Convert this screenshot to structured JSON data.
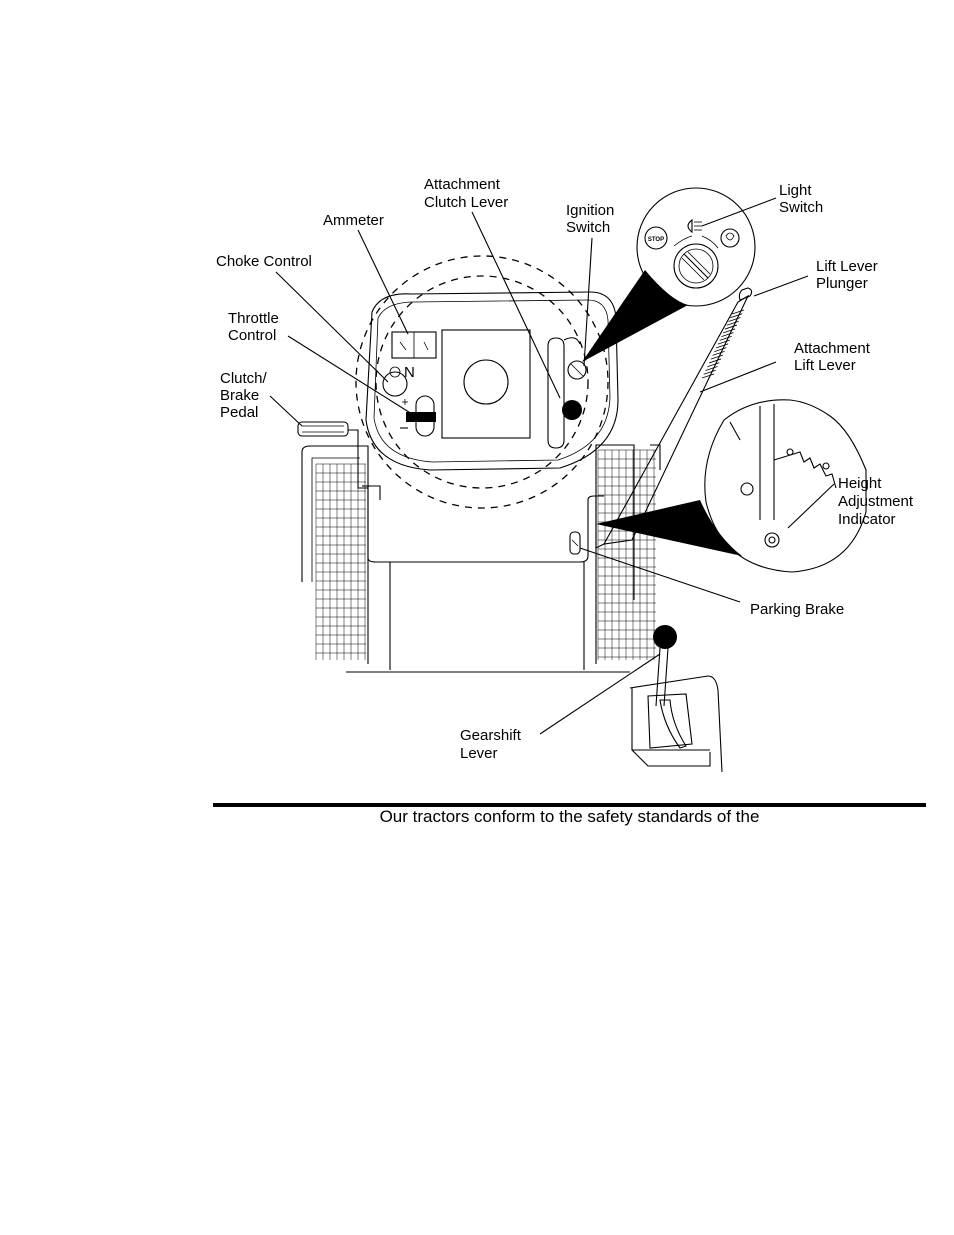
{
  "labels": {
    "attachment_clutch_lever": [
      "Attachment",
      "Clutch Lever"
    ],
    "ammeter": [
      "Ammeter"
    ],
    "ignition_switch": [
      "Ignition",
      "Switch"
    ],
    "light_switch": [
      "Light",
      "Switch"
    ],
    "choke_control": [
      "Choke Control"
    ],
    "lift_lever_plunger": [
      "Lift Lever",
      "Plunger"
    ],
    "throttle_control": [
      "Throttle",
      "Control"
    ],
    "attachment_lift_lever": [
      "Attachment",
      "Lift Lever"
    ],
    "clutch_brake_pedal": [
      "Clutch/",
      "Brake",
      "Pedal"
    ],
    "height_adjustment_indicator": [
      "Height",
      "Adjustment",
      "Indicator"
    ],
    "parking_brake": [
      "Parking Brake"
    ],
    "gearshift_lever": [
      "Gearshift",
      "Lever"
    ]
  },
  "panel_marks": {
    "choke_letter": "N",
    "stop_symbol": "STOP"
  },
  "caption": "Our tractors conform to the safety standards of the"
}
